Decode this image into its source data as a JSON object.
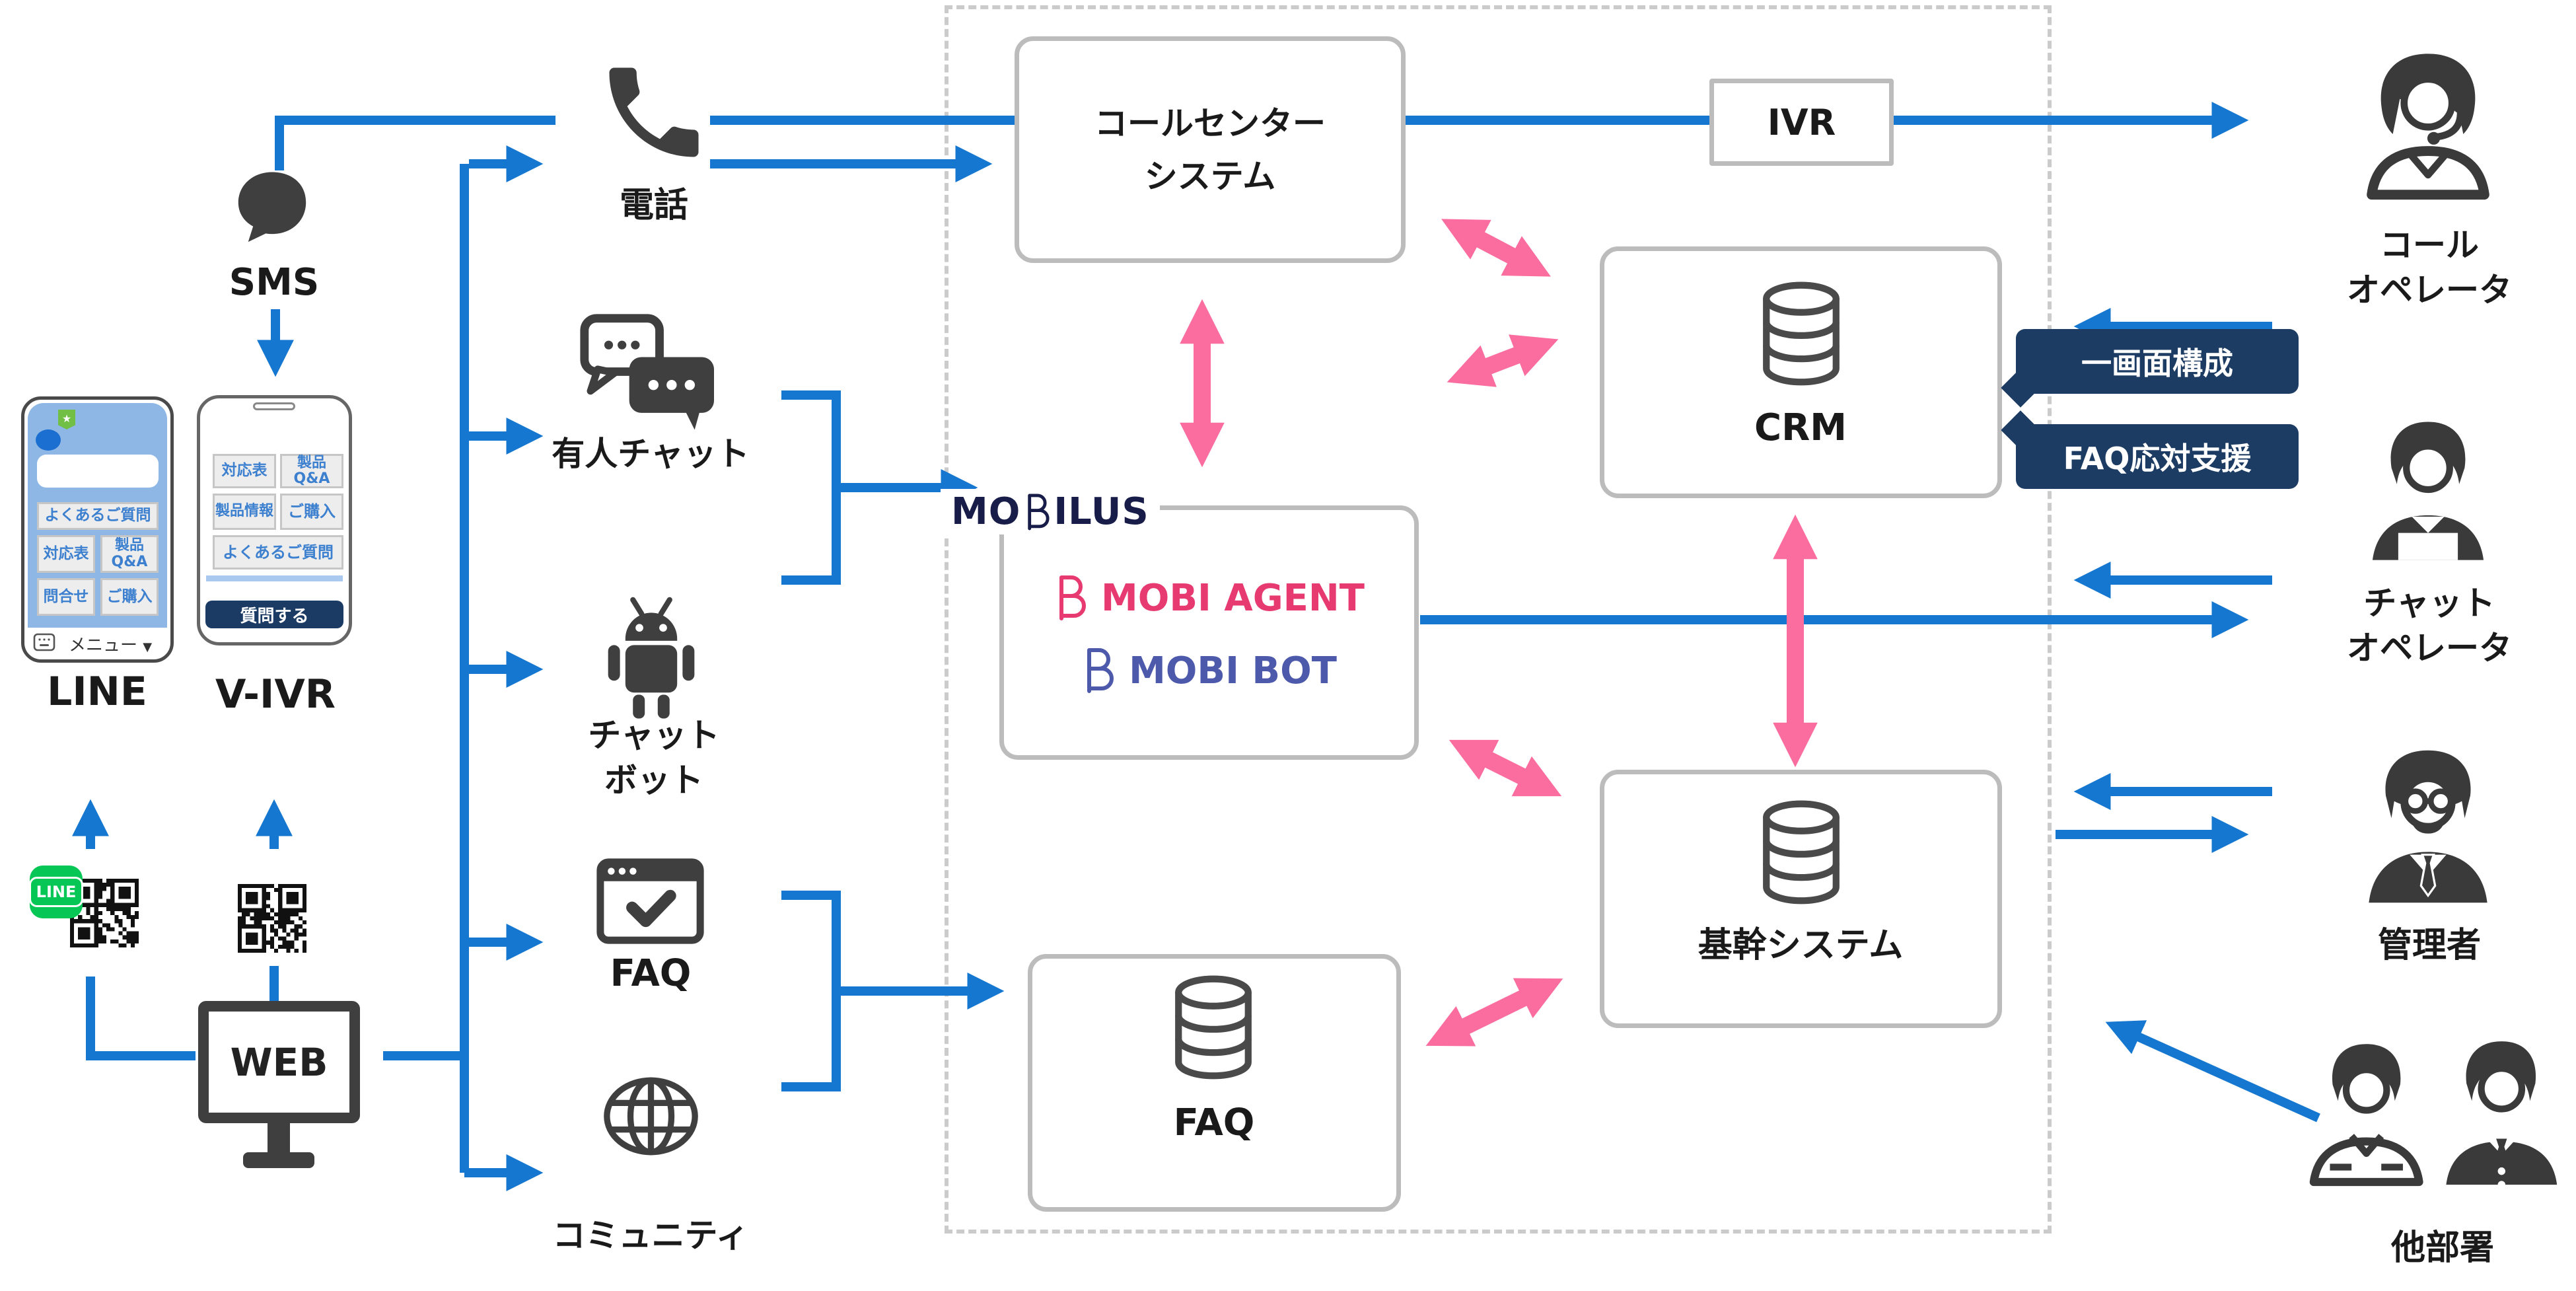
{
  "colors": {
    "arrow_blue": "#1577d0",
    "arrow_pink": "#fa6d9e",
    "callout_navy": "#1d3c63",
    "box_border_gray": "#bcbcbc",
    "dashed_border_gray": "#cbcbcb",
    "icon_gray": "#3f3f3f",
    "mobilus_navy": "#171c49",
    "mobi_agent_pink": "#e73a71",
    "mobi_bot_indigo": "#4d59aa",
    "line_green": "#06c755",
    "phone_screen_blue": "#8fb7e5",
    "phone_navy_button": "#1b3a64"
  },
  "left": {
    "sms_label": "SMS",
    "line_label": "LINE",
    "vivr_label": "V-IVR",
    "web_label": "WEB",
    "line_badge": "LINE",
    "line_phone": {
      "faq": "よくあるご質問",
      "taiou": "対応表",
      "seihin": "製品",
      "qa": "Q&A",
      "toiawase": "問合せ",
      "kounyuu": "ご購入",
      "menu": "メニュー",
      "menu_caret": "▼"
    },
    "vivr_phone": {
      "taiou": "対応表",
      "seihin": "製品",
      "qa": "Q&A",
      "seihin_jouhou": "製品情報",
      "kounyuu": "ご購入",
      "faq": "よくあるご質問",
      "ask": "質問する"
    }
  },
  "channels": {
    "phone": "電話",
    "manned_chat": "有人チャット",
    "chatbot_1": "チャット",
    "chatbot_2": "ボット",
    "faq": "FAQ",
    "community": "コミュニティ"
  },
  "center": {
    "call_center_1": "コールセンター",
    "call_center_2": "システム",
    "ivr": "IVR",
    "crm": "CRM",
    "core": "基幹システム",
    "faq_db": "FAQ",
    "mobilus_mo": "MO",
    "mobilus_ilus": "ILUS",
    "mobi_agent": "MOBI AGENT",
    "mobi_bot": "MOBI BOT"
  },
  "callouts": {
    "one_screen": "一画面構成",
    "faq_support": "FAQ応対支援"
  },
  "actors": {
    "call_op_1": "コール",
    "call_op_2": "オペレータ",
    "chat_op_1": "チャット",
    "chat_op_2": "オペレータ",
    "admin": "管理者",
    "other": "他部署"
  }
}
